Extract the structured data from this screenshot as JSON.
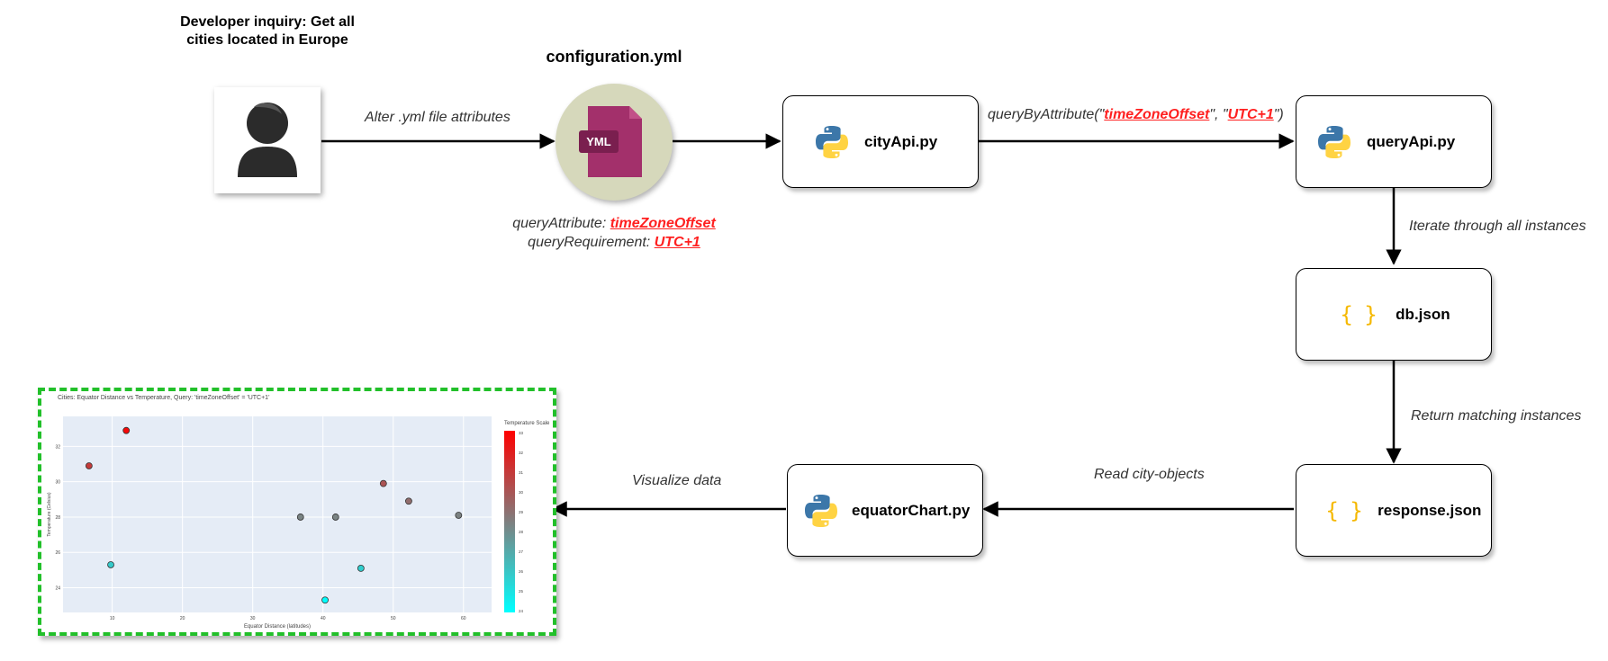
{
  "developer_inquiry": {
    "line1": "Developer inquiry: Get all",
    "line2": "cities located in Europe"
  },
  "config_file": {
    "title": "configuration.yml",
    "badge": "YML",
    "attr_label": "queryAttribute: ",
    "attr_value": "timeZoneOffset",
    "req_label": "queryRequirement: ",
    "req_value": "UTC+1"
  },
  "edges": {
    "alter": "Alter .yml file attributes",
    "query_prefix": "queryByAttribute(\"",
    "query_attr": "timeZoneOffset",
    "query_mid": "\", \"",
    "query_val": "UTC+1",
    "query_suffix": "\")",
    "iterate": "Iterate through all instances",
    "return": "Return matching instances",
    "read": "Read city-objects",
    "visualize": "Visualize data"
  },
  "nodes": {
    "city_api": "cityApi.py",
    "query_api": "queryApi.py",
    "db": "db.json",
    "response": "response.json",
    "equator_chart": "equatorChart.py",
    "json_icon": "{ }"
  },
  "colors": {
    "highlight": "#ff2020",
    "chart_frame": "#22c02a",
    "python_blue": "#3c77a9",
    "python_yellow": "#ffd343",
    "json_yellow": "#f5b800",
    "yml_magenta": "#a3306b",
    "yml_circle": "#d6d8bb"
  },
  "icons": [
    "user-icon",
    "yml-file-icon",
    "python-icon",
    "json-braces-icon"
  ],
  "chart_data": {
    "type": "scatter",
    "title": "Cities: Equator Distance vs Temperature, Query: 'timeZoneOffset' = 'UTC+1'",
    "xlabel": "Equator Distance (latitudes)",
    "ylabel": "Temperature (Celsius)",
    "xlim": [
      3,
      64
    ],
    "ylim": [
      22.6,
      33.7
    ],
    "xticks": [
      "10",
      "20",
      "30",
      "40",
      "50",
      "60"
    ],
    "yticks": [
      "24",
      "26",
      "28",
      "30",
      "32"
    ],
    "colorbar_title": "Temperature Scale",
    "colorbar_ticks": [
      "33",
      "32",
      "31",
      "30",
      "29",
      "28",
      "27",
      "26",
      "25",
      "24"
    ],
    "grid": true,
    "points": [
      {
        "x": 6.7,
        "y": 30.9,
        "temp": 30.9
      },
      {
        "x": 9.8,
        "y": 25.3,
        "temp": 25.3
      },
      {
        "x": 12.0,
        "y": 32.9,
        "temp": 32.9
      },
      {
        "x": 36.8,
        "y": 28.0,
        "temp": 28.0
      },
      {
        "x": 40.3,
        "y": 23.3,
        "temp": 23.3
      },
      {
        "x": 41.8,
        "y": 28.0,
        "temp": 28.0
      },
      {
        "x": 45.4,
        "y": 25.1,
        "temp": 25.1
      },
      {
        "x": 48.6,
        "y": 29.9,
        "temp": 29.9
      },
      {
        "x": 52.2,
        "y": 28.9,
        "temp": 28.9
      },
      {
        "x": 59.3,
        "y": 28.1,
        "temp": 28.1
      }
    ]
  }
}
